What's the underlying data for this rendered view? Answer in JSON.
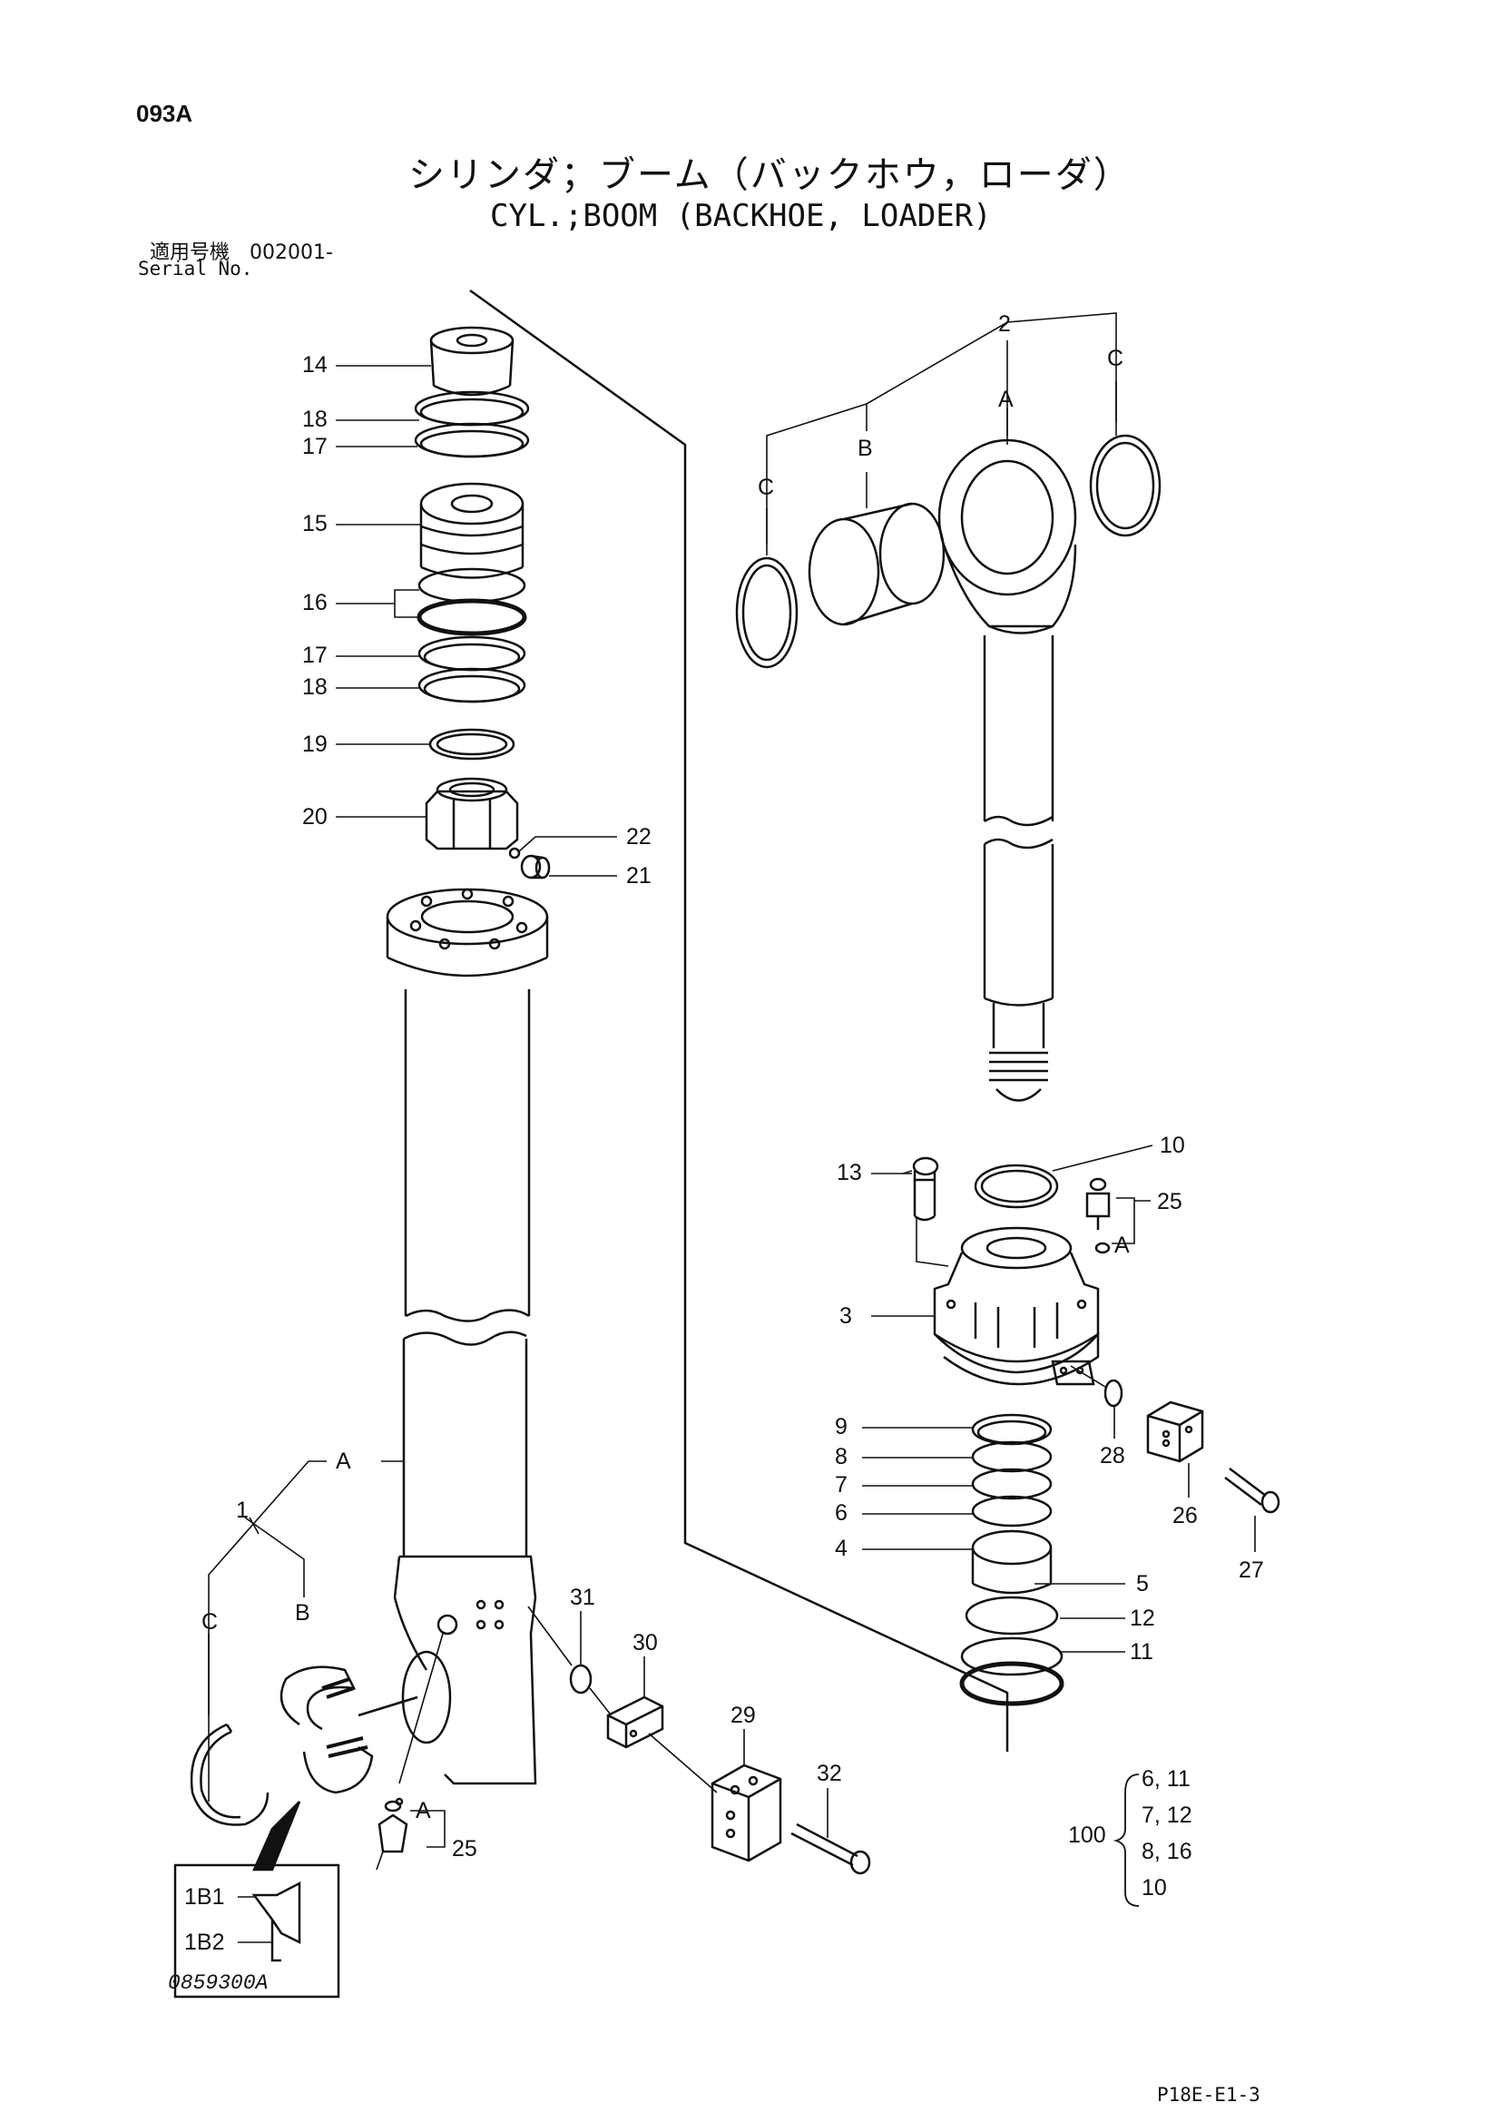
{
  "header": {
    "page_code": "093A",
    "title_jp": "シリンダ；ブーム（バックホウ，ローダ）",
    "title_en": "CYL.;BOOM (BACKHOE, LOADER)",
    "serial_label_jp": "適用号機　002001-",
    "serial_label_en": "Serial No."
  },
  "callouts": {
    "c14": "14",
    "c18a": "18",
    "c17a": "17",
    "c15": "15",
    "c16": "16",
    "c17b": "17",
    "c18b": "18",
    "c19": "19",
    "c20": "20",
    "c22": "22",
    "c21": "21",
    "c2": "2",
    "cA_top": "A",
    "cB_top": "B",
    "cC_top_l": "C",
    "cC_top_r": "C",
    "c10": "10",
    "c13": "13",
    "c25_r": "25",
    "cA_r": "A",
    "c3": "3",
    "c9": "9",
    "c8": "8",
    "c7": "7",
    "c6": "6",
    "c4": "4",
    "c5": "5",
    "c12": "12",
    "c11": "11",
    "c28": "28",
    "c26": "26",
    "c27": "27",
    "cA_left": "A",
    "c1": "1",
    "cB_left": "B",
    "cC_left": "C",
    "c31": "31",
    "c30": "30",
    "c29": "29",
    "c32": "32",
    "cA_bot": "A",
    "c25_bot": "25",
    "c1B1": "1B1",
    "c1B2": "1B2"
  },
  "kit": {
    "number": "100",
    "lines": [
      "6, 11",
      "7, 12",
      "8, 16",
      "10"
    ]
  },
  "footer": {
    "drawing_number": "0859300A",
    "page_ref": "P18E-E1-3"
  }
}
